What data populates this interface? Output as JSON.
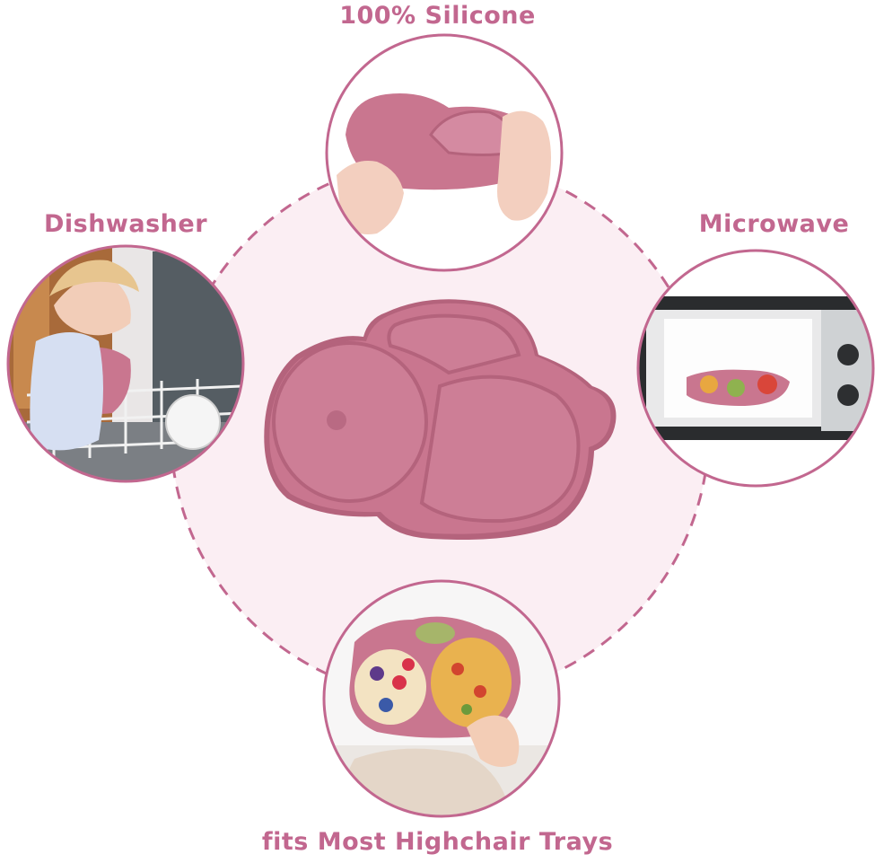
{
  "labels": {
    "top": "100% Silicone",
    "left": "Dishwasher",
    "right": "Microwave",
    "bottom": "fits Most Highchair Trays"
  },
  "photos": {
    "top": "hands-stretching-silicone-plate",
    "left": "toddler-loading-dishwasher",
    "right": "plate-inside-microwave",
    "bottom": "plate-with-food-on-highchair-tray"
  },
  "colors": {
    "accent": "#c2678f",
    "plate": "#c9768f",
    "plate_shadow": "#b4637c",
    "background_disc": "#fbeef3",
    "dashed_ring": "#c2678f"
  }
}
